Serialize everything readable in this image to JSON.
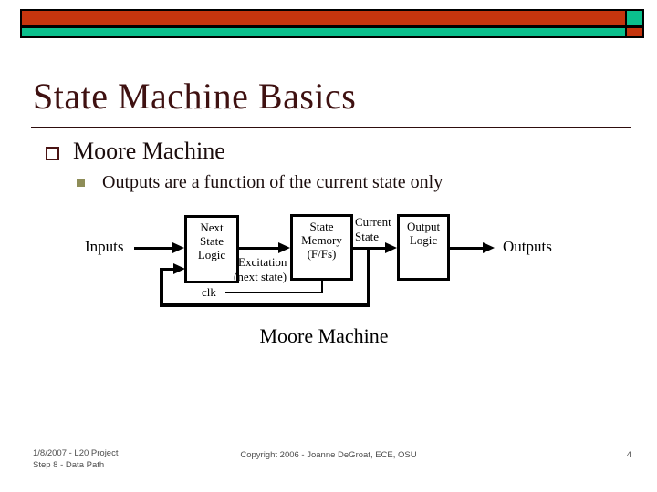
{
  "slide": {
    "title": "State Machine Basics",
    "bullet1": "Moore Machine",
    "bullet2": "Outputs are a function of the current state only",
    "caption": "Moore Machine"
  },
  "diagram": {
    "inputs_label": "Inputs",
    "outputs_label": "Outputs",
    "next_state_logic": [
      "Next",
      "State",
      "Logic"
    ],
    "state_memory": [
      "State",
      "Memory",
      "(F/Fs)"
    ],
    "output_logic": [
      "Output",
      "Logic"
    ],
    "current_state": [
      "Current",
      "State"
    ],
    "excitation_line1": "Excitation",
    "excitation_line2": "(next state)",
    "clk_label": "clk"
  },
  "footer": {
    "left_line1": "1/8/2007 - L20 Project",
    "left_line2": "Step 8 - Data Path",
    "center": "Copyright 2006 - Joanne DeGroat, ECE, OSU",
    "page_number": "4"
  },
  "colors": {
    "accent_red": "#c5350e",
    "accent_teal": "#0bc08d",
    "title_maroon": "#3f1111",
    "body_text": "#1b0d0d",
    "sub_bullet_square": "#8e8d58",
    "footer_gray": "#4d4d4d",
    "diagram_ink": "#000000"
  }
}
